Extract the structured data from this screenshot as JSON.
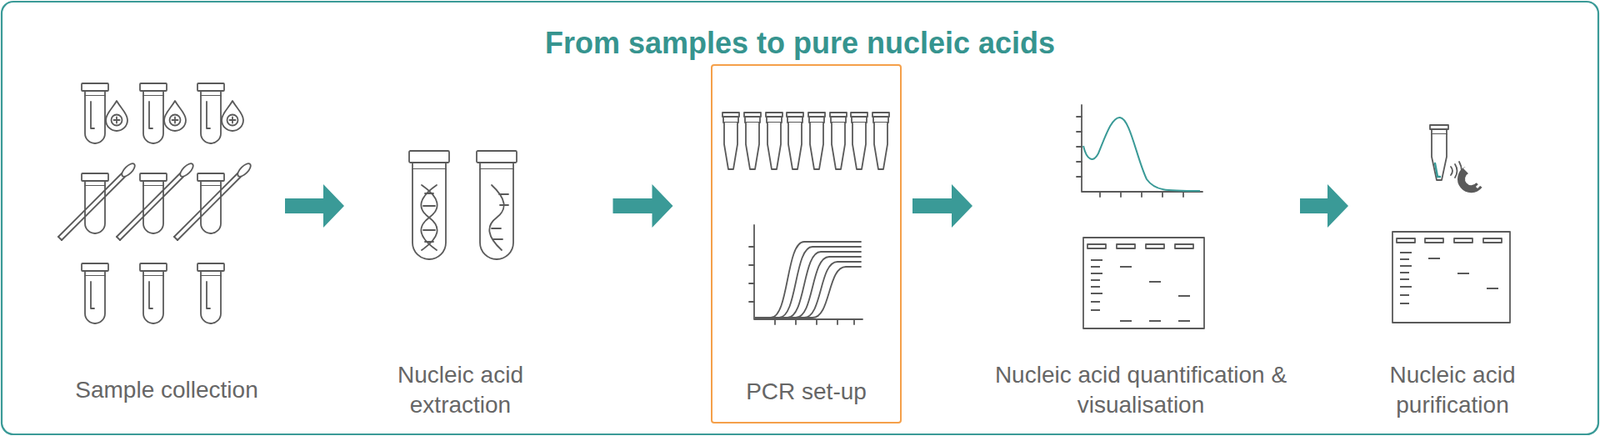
{
  "diagram": {
    "title": "From samples to pure nucleic acids",
    "nodes": [
      {
        "text": [
          "Sample collection"
        ]
      },
      {
        "text": [
          "Nucleic acid extraction"
        ]
      },
      {
        "text": [
          "PCR set-up"
        ]
      },
      {
        "text": [
          "Nucleic acid quantification & visualisation"
        ]
      },
      {
        "text": [
          "Nucleic acid purification"
        ]
      }
    ],
    "edges": [
      {
        "from": 0,
        "to": 1,
        "arrow": "to"
      },
      {
        "from": 1,
        "to": 2,
        "arrow": "to"
      },
      {
        "from": 2,
        "to": 3,
        "arrow": "to"
      },
      {
        "from": 3,
        "to": 4,
        "arrow": "to"
      }
    ]
  }
}
